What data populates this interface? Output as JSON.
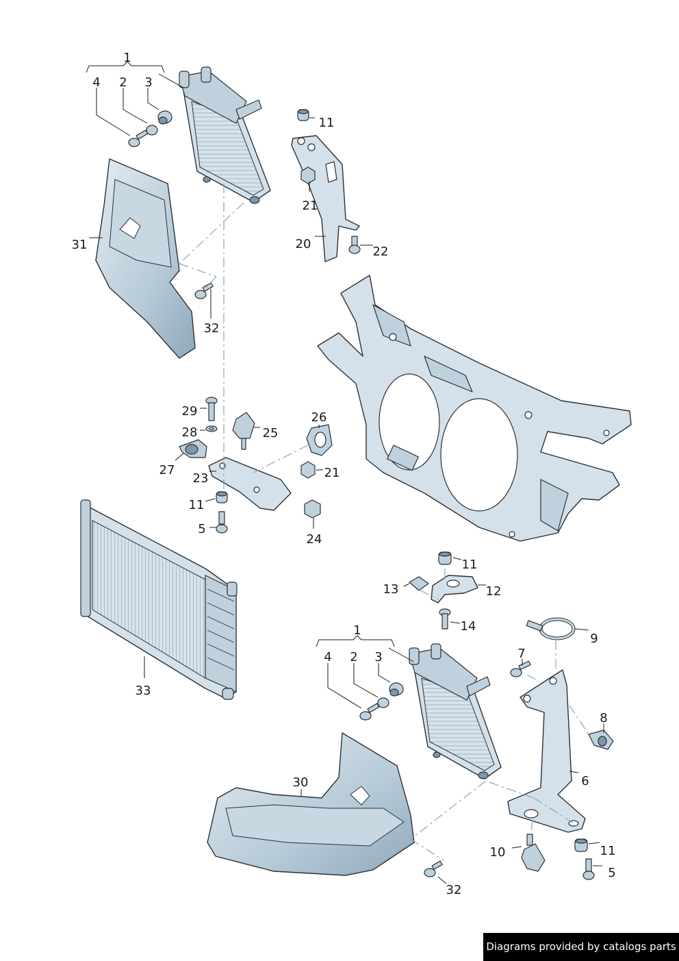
{
  "callouts": [
    {
      "num": "1"
    },
    {
      "num": "2"
    },
    {
      "num": "3"
    },
    {
      "num": "4"
    },
    {
      "num": "11"
    },
    {
      "num": "21"
    },
    {
      "num": "20"
    },
    {
      "num": "22"
    },
    {
      "num": "31"
    },
    {
      "num": "32"
    },
    {
      "num": "29"
    },
    {
      "num": "28"
    },
    {
      "num": "25"
    },
    {
      "num": "26"
    },
    {
      "num": "27"
    },
    {
      "num": "21"
    },
    {
      "num": "23"
    },
    {
      "num": "11"
    },
    {
      "num": "5"
    },
    {
      "num": "24"
    },
    {
      "num": "33"
    },
    {
      "num": "11"
    },
    {
      "num": "13"
    },
    {
      "num": "12"
    },
    {
      "num": "14"
    },
    {
      "num": "9"
    },
    {
      "num": "1"
    },
    {
      "num": "4"
    },
    {
      "num": "2"
    },
    {
      "num": "3"
    },
    {
      "num": "7"
    },
    {
      "num": "8"
    },
    {
      "num": "30"
    },
    {
      "num": "6"
    },
    {
      "num": "10"
    },
    {
      "num": "11"
    },
    {
      "num": "5"
    },
    {
      "num": "32"
    }
  ],
  "credit": "Diagrams provided by catalogs parts"
}
